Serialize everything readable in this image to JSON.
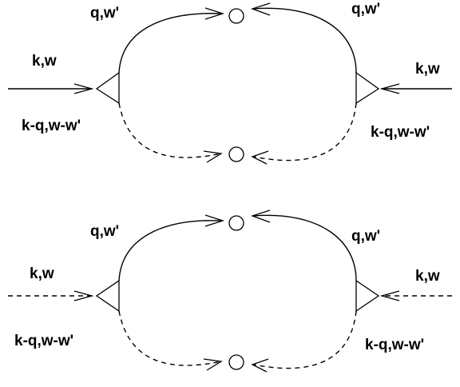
{
  "diagrams": [
    {
      "id": "top",
      "labels": {
        "in_left": "k,w",
        "in_right": "k,w",
        "upper_left": "q,w'",
        "upper_right": "q,w'",
        "lower_left": "k-q,w-w'",
        "lower_right": "k-q,w-w'"
      },
      "external_line_style": "solid"
    },
    {
      "id": "bottom",
      "labels": {
        "in_left": "k,w",
        "in_right": "k,w",
        "upper_left": "q,w'",
        "upper_right": "q,w'",
        "lower_left": "k-q,w-w'",
        "lower_right": "k-q,w-w'"
      },
      "external_line_style": "dashed"
    }
  ],
  "colors": {
    "ink": "#000000",
    "background": "#ffffff"
  }
}
